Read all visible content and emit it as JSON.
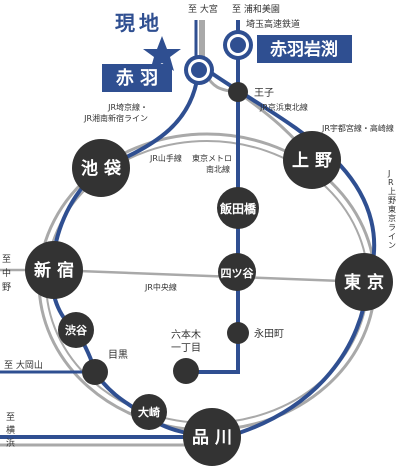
{
  "colors": {
    "accent_blue": "#2f4f91",
    "gray_line": "#a9a9a9",
    "station_fill": "#333333",
    "white": "#ffffff",
    "text_dark": "#333333"
  },
  "current_location": {
    "label": "現地",
    "icon": "star-icon"
  },
  "highlight_stations": {
    "akabane": "赤 羽",
    "akabane_iwabuchi": "赤羽岩渕"
  },
  "destinations": {
    "omiya": "至 大宮",
    "urawa_misono": "至 浦和美園",
    "saitama_railway": "埼玉高速鉄道",
    "nakano": [
      "至",
      "中",
      "野"
    ],
    "oyamaguchi": "至 大岡山",
    "yokohama": [
      "至",
      "横",
      "浜"
    ]
  },
  "stations": {
    "oji": "王子",
    "ueno": "上 野",
    "ikebukuro": "池 袋",
    "iidabashi": "飯田橋",
    "shinjuku": "新 宿",
    "yotsuya": "四ツ谷",
    "tokyo": "東 京",
    "shibuya": "渋谷",
    "nagatacho": "永田町",
    "roppongi": [
      "六本木",
      "一丁目"
    ],
    "meguro": "目黒",
    "osaki": "大崎",
    "shinagawa": "品 川"
  },
  "line_labels": {
    "saikyo_shonan": [
      "JR埼京線・",
      "JR湘南新宿ライン"
    ],
    "keihin_tohoku": "JR京浜東北線",
    "utsunomiya_takasaki": "JR宇都宮線・高崎線",
    "yamanote": "JR山手線",
    "namboku": [
      "東京メトロ",
      "南北線"
    ],
    "ueno_tokyo": [
      "J",
      "R",
      "上",
      "野",
      "東",
      "京",
      "ラ",
      "イ",
      "ン"
    ],
    "chuo": "JR中央線"
  }
}
